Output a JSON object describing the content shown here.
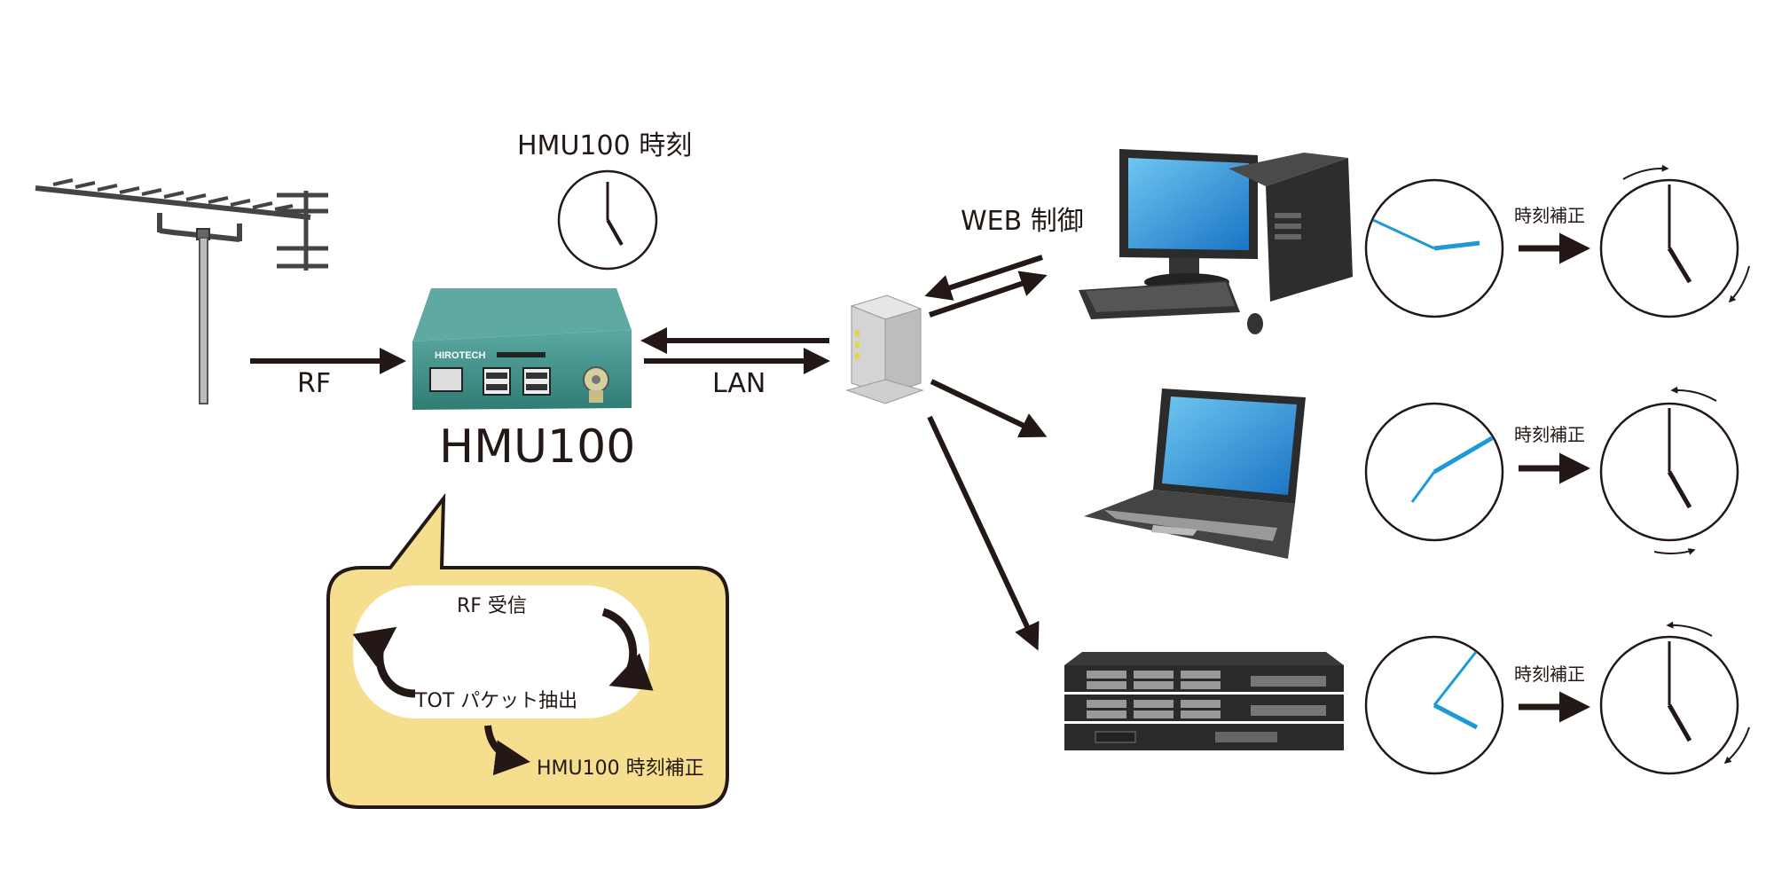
{
  "labels": {
    "hmu_clock_title": "HMU100 時刻",
    "device_name": "HMU100",
    "rf": "RF",
    "lan": "LAN",
    "web_control": "WEB 制御",
    "rf_receive": "RF 受信",
    "tot_extract": "TOT パケット抽出",
    "hmu_time_correction": "HMU100 時刻補正",
    "time_correction_pc": "時刻補正",
    "time_correction_laptop": "時刻補正",
    "time_correction_server": "時刻補正",
    "device_brand": "HIROTECH"
  },
  "colors": {
    "arrow": "#231815",
    "device_body": "#3f8f86",
    "bubble_fill": "#f5df8e",
    "minute_hand_wrong": "#1d9ad6"
  },
  "icons": [
    "antenna-icon",
    "hmu100-device-icon",
    "router-icon",
    "desktop-pc-icon",
    "laptop-icon",
    "rack-server-icon",
    "clock-icon"
  ]
}
